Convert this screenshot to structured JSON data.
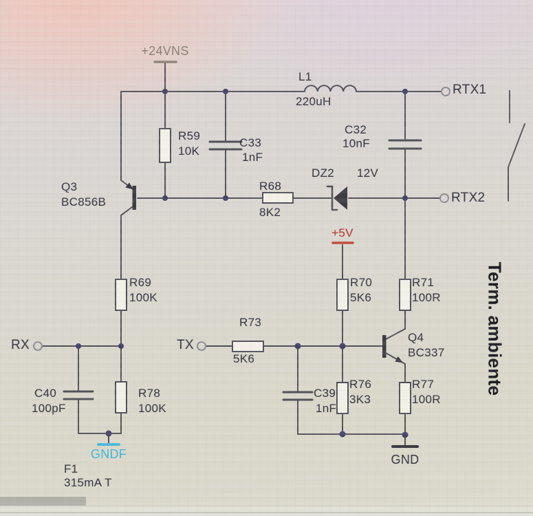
{
  "schematic": {
    "power_labels": {
      "rail24": "+24VNS",
      "rail5": "+5V",
      "gndf": "GNDF",
      "gnd": "GND"
    },
    "terminals": {
      "rtx1": "RTX1",
      "rtx2": "RTX2",
      "rx": "RX",
      "tx": "TX"
    },
    "components": {
      "L1": {
        "ref": "L1",
        "value": "220uH"
      },
      "C32": {
        "ref": "C32",
        "value": "10nF"
      },
      "C33": {
        "ref": "C33",
        "value": "1nF"
      },
      "C39": {
        "ref": "C39",
        "value": "1nF"
      },
      "C40": {
        "ref": "C40",
        "value": "100pF"
      },
      "R59": {
        "ref": "R59",
        "value": "10K"
      },
      "R68": {
        "ref": "R68",
        "value": "8K2"
      },
      "R69": {
        "ref": "R69",
        "value": "100K"
      },
      "R70": {
        "ref": "R70",
        "value": "5K6"
      },
      "R71": {
        "ref": "R71",
        "value": "100R"
      },
      "R73": {
        "ref": "R73",
        "value": "5K6"
      },
      "R76": {
        "ref": "R76",
        "value": "3K3"
      },
      "R77": {
        "ref": "R77",
        "value": "100R"
      },
      "R78": {
        "ref": "R78",
        "value": "100K"
      },
      "Q3": {
        "ref": "Q3",
        "value": "BC856B"
      },
      "Q4": {
        "ref": "Q4",
        "value": "BC337"
      },
      "DZ2": {
        "ref": "DZ2",
        "value": "12V"
      },
      "F1": {
        "ref": "F1",
        "value": "315mA T"
      }
    },
    "annotations": {
      "thermostat": "Term. ambiente"
    },
    "colors": {
      "wire": "#43434c",
      "rail5_accent": "#c0392b",
      "gndf_accent": "#3fb6da"
    }
  }
}
